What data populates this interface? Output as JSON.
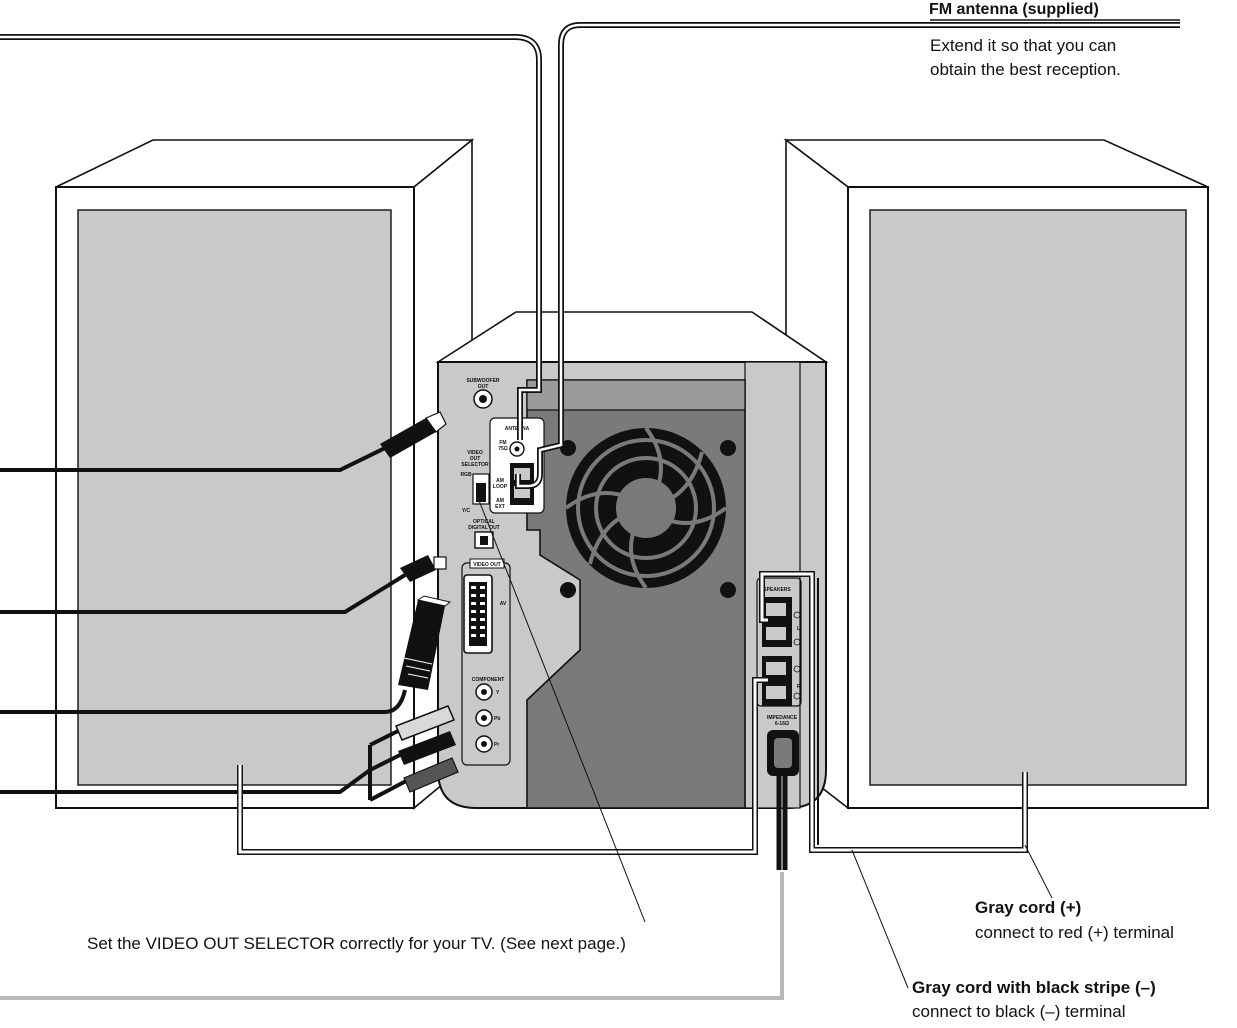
{
  "captions": {
    "fm_antenna_title": "FM antenna (supplied)",
    "fm_antenna_line1": "Extend it so that you can",
    "fm_antenna_line2": "obtain the best reception.",
    "selector_note": "Set the VIDEO OUT SELECTOR correctly for your TV. (See next page.)",
    "gray_cord_title": "Gray cord (+)",
    "gray_cord_desc": "connect to red (+) terminal",
    "stripe_cord_title": "Gray cord with black stripe (–)",
    "stripe_cord_desc": "connect to black (–) terminal"
  },
  "panel_labels": {
    "subwoofer_out_1": "SUBWOOFER",
    "subwoofer_out_2": "OUT",
    "antenna": "ANTENNA",
    "fm_1": "FM",
    "fm_2": "75Ω",
    "am_loop_1": "AM",
    "am_loop_2": "LOOP",
    "am_ext_1": "AM",
    "am_ext_2": "EXT",
    "video_out_sel_1": "VIDEO",
    "video_out_sel_2": "OUT",
    "video_out_sel_3": "SELECTOR",
    "rgb": "RGB",
    "yc": "Y/C",
    "optical_1": "OPTICAL",
    "optical_2": "DIGITAL OUT",
    "video_out": "VIDEO OUT",
    "av": "AV",
    "component": "COMPONENT",
    "y": "Y",
    "pb": "Pb",
    "pr": "Pr",
    "speakers": "SPEAKERS",
    "l": "L",
    "r": "R",
    "impedance_1": "IMPEDANCE",
    "impedance_2": "6-16Ω"
  },
  "colors": {
    "panel_gray": "#c9c9c9",
    "dark_gray": "#7a7a7a",
    "line": "#111111",
    "cord_gray": "#b8b8b8"
  }
}
